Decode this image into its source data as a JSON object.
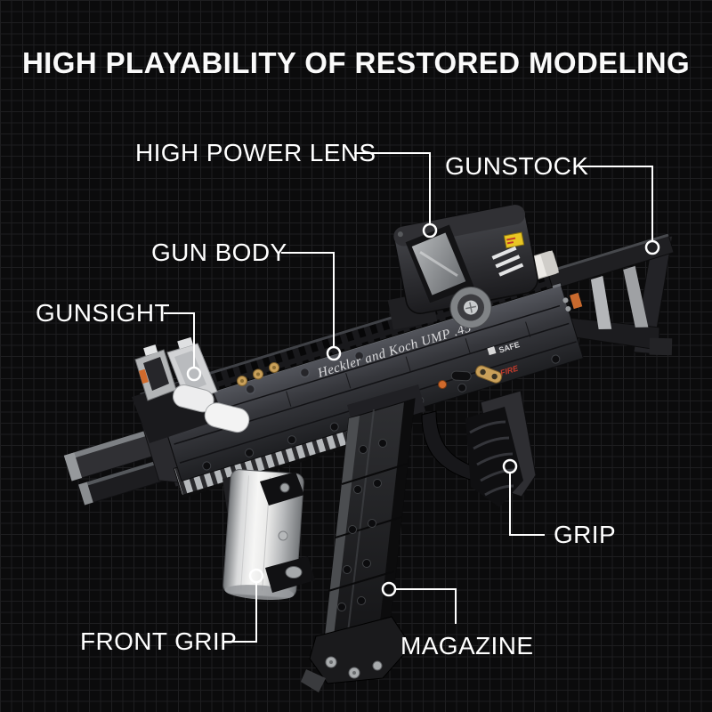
{
  "title": {
    "text": "HIGH PLAYABILITY OF RESTORED MODELING"
  },
  "callouts": [
    {
      "id": "high-power-lens",
      "label": "HIGH POWER LENS"
    },
    {
      "id": "gunstock",
      "label": "GUNSTOCK"
    },
    {
      "id": "gun-body",
      "label": "GUN BODY"
    },
    {
      "id": "gunsight",
      "label": "GUNSIGHT"
    },
    {
      "id": "grip",
      "label": "GRIP"
    },
    {
      "id": "front-grip",
      "label": "FRONT GRIP"
    },
    {
      "id": "magazine",
      "label": "MAGAZINE"
    }
  ],
  "model": {
    "markings": {
      "receiver_text": "Heckler and Koch UMP .45",
      "selector_safe": "SAFE",
      "selector_fire": "FIRE"
    },
    "colors": {
      "background": "#0b0b0c",
      "grid_line": "#1e1e20",
      "label_text": "#ffffff",
      "callout_line": "#ffffff",
      "brick_black": "#1b1b1e",
      "brick_gray": "#3f4045",
      "brick_silver": "#b9bcbe",
      "brick_white": "#f2f2f2",
      "accent_gold": "#c9a05a",
      "accent_orange": "#d06a2c",
      "sticker_yellow": "#e8c624",
      "fire_red": "#c13b2c"
    }
  }
}
